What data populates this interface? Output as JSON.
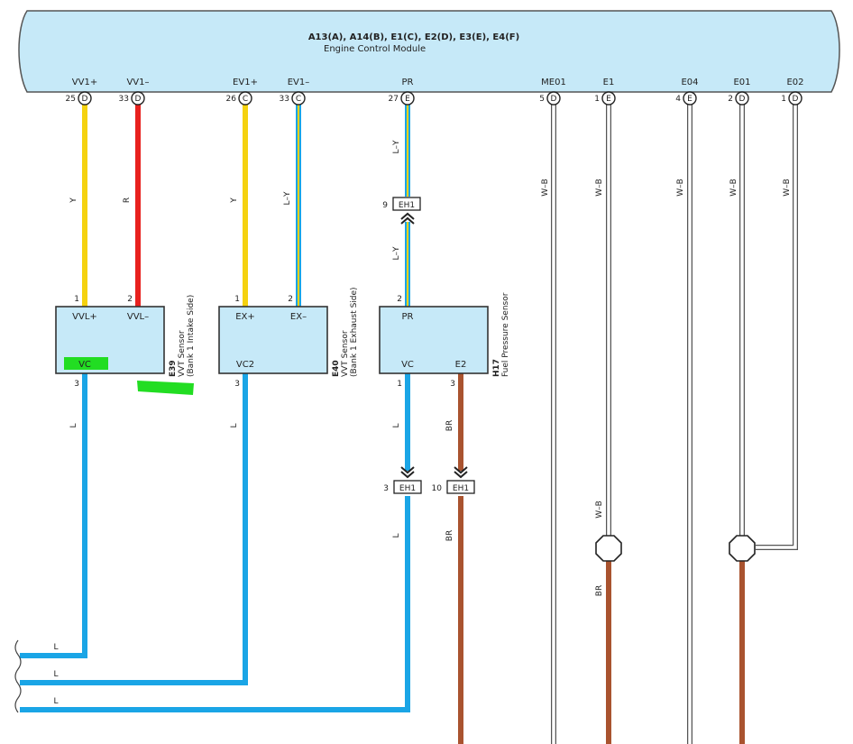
{
  "ecm": {
    "title": "A13(A), A14(B), E1(C), E2(D), E3(E), E4(F)",
    "subtitle": "Engine Control Module"
  },
  "ecm_pins": [
    {
      "name": "VV1+",
      "num": "25",
      "conn": "D"
    },
    {
      "name": "VV1–",
      "num": "33",
      "conn": "D"
    },
    {
      "name": "EV1+",
      "num": "26",
      "conn": "C"
    },
    {
      "name": "EV1–",
      "num": "33",
      "conn": "C"
    },
    {
      "name": "PR",
      "num": "27",
      "conn": "E"
    },
    {
      "name": "ME01",
      "num": "5",
      "conn": "D"
    },
    {
      "name": "E1",
      "num": "1",
      "conn": "E"
    },
    {
      "name": "E04",
      "num": "4",
      "conn": "E"
    },
    {
      "name": "E01",
      "num": "2",
      "conn": "D"
    },
    {
      "name": "E02",
      "num": "1",
      "conn": "D"
    }
  ],
  "wire_labels": {
    "vv1p": "Y",
    "vv1m": "R",
    "ev1p": "Y",
    "ev1m": "L–Y",
    "pr_top": "L–Y",
    "pr_bot": "L–Y",
    "me01": "W–B",
    "e1": "W–B",
    "e04": "W–B",
    "e01": "W–B",
    "e02": "W–B",
    "e39_vc": "L",
    "e40_vc2": "L",
    "h17_vc": "L",
    "h17_vc_low": "L",
    "h17_e2": "BR",
    "h17_e2_low": "BR",
    "e1_low": "W–B",
    "e1_br": "BR",
    "bus1": "L",
    "bus2": "L",
    "bus3": "L"
  },
  "connectors": {
    "eh1_pr": {
      "label": "EH1",
      "num": "9"
    },
    "eh1_vc": {
      "label": "EH1",
      "num": "3"
    },
    "eh1_e2": {
      "label": "EH1",
      "num": "10"
    }
  },
  "components": {
    "e39": {
      "code": "E39",
      "line1": "VVT Sensor",
      "line2": "(Bank 1 Intake Side)",
      "pin1": "VVL+",
      "pin2": "VVL–",
      "pin3": "VC",
      "pin1_num": "1",
      "pin2_num": "2",
      "pin3_num": "3"
    },
    "e40": {
      "code": "E40",
      "line1": "VVT Sensor",
      "line2": "(Bank 1 Exhaust Side)",
      "pin1": "EX+",
      "pin2": "EX–",
      "pin3": "VC2",
      "pin1_num": "1",
      "pin2_num": "2",
      "pin3_num": "3"
    },
    "h17": {
      "code": "H17",
      "line1": "Fuel Pressure Sensor",
      "pin_pr": "PR",
      "pin_vc": "VC",
      "pin_e2": "E2",
      "pin_pr_num": "2",
      "pin_vc_num": "1",
      "pin_e2_num": "3"
    }
  },
  "colors": {
    "ecm_fill": "#c6e9f8",
    "box_fill": "#c6e9f8",
    "yellow": "#f5d20f",
    "red": "#e8211e",
    "blue": "#1aa5e6",
    "brown": "#a9532f",
    "highlight": "#22dd22"
  }
}
